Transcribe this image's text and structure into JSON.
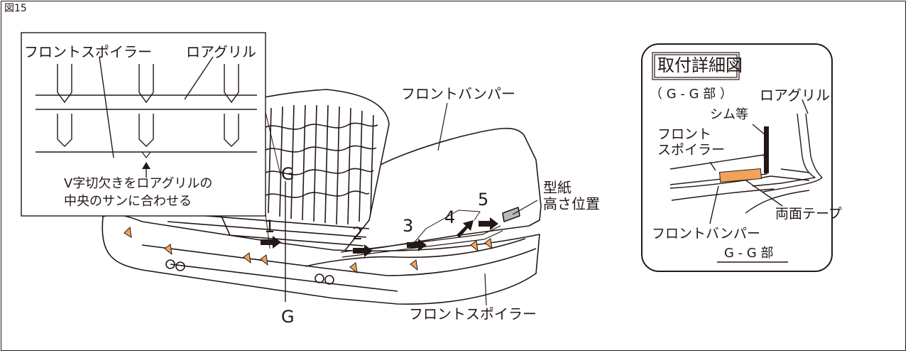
{
  "figure_label": "図15",
  "inset": {
    "front_spoiler": "フロントスポイラー",
    "lower_grille": "ロアグリル",
    "note_line1": "V字切欠きをロアグリルの",
    "note_line2": "中央のサンに合わせる"
  },
  "main": {
    "front_bumper": "フロントバンパー",
    "template_line1": "型紙",
    "template_line2": "高さ位置",
    "front_spoiler": "フロントスポイラー",
    "section_mark": "G",
    "steps": [
      "1",
      "2",
      "3",
      "4",
      "5"
    ]
  },
  "detail": {
    "title": "取付詳細図",
    "subtitle": "（ G - G 部 ）",
    "shim": "シム等",
    "lower_grille": "ロアグリル",
    "front_spoiler_line1": "フロント",
    "front_spoiler_line2": "スポイラー",
    "double_tape": "両面テープ",
    "front_bumper": "フロントバンパー",
    "section_caption": "G - G 部"
  },
  "colors": {
    "line": "#231815",
    "tape_orange": "#f0a35a",
    "template_gray": "#b9b9b9"
  }
}
